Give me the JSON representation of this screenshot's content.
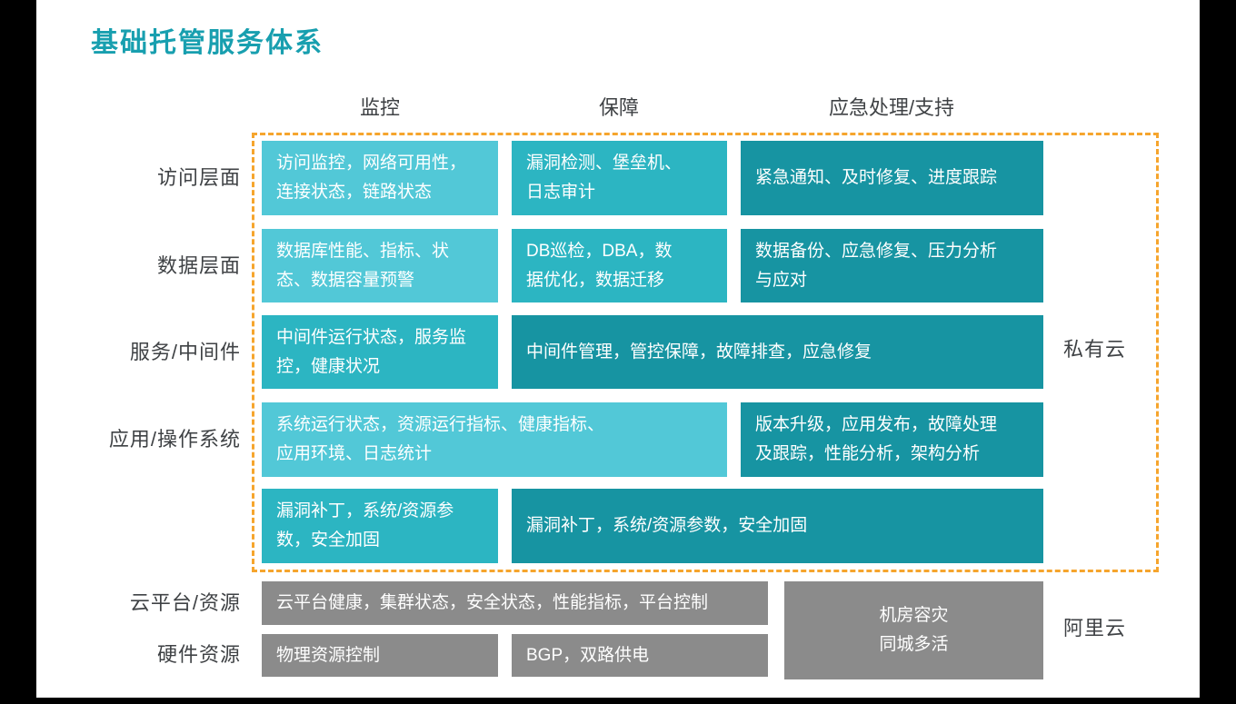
{
  "title": "基础托管服务体系",
  "colors": {
    "title": "#189FAF",
    "light": "#52C8D7",
    "mid": "#2CB5C2",
    "dark": "#1794A2",
    "gray": "#8B8B8B",
    "dashed_border": "#F6A52D",
    "label_text": "#3F4245",
    "cell_text": "#FFFFFF"
  },
  "column_headers": [
    {
      "label": "监控"
    },
    {
      "label": "保障"
    },
    {
      "label": "应急处理/支持"
    }
  ],
  "row_labels": [
    {
      "label": "访问层面"
    },
    {
      "label": "数据层面"
    },
    {
      "label": "服务/中间件"
    },
    {
      "label": "应用/操作系统"
    },
    {
      "label": "云平台/资源"
    },
    {
      "label": "硬件资源"
    }
  ],
  "zone_labels": {
    "private_cloud": "私有云",
    "alibaba_cloud": "阿里云"
  },
  "cells": [
    {
      "id": "access-monitoring",
      "tone": "light",
      "text": "访问监控，网络可用性，\n连接状态，链路状态"
    },
    {
      "id": "access-assurance",
      "tone": "mid",
      "text": "漏洞检测、堡垒机、\n日志审计"
    },
    {
      "id": "access-emergency",
      "tone": "dark",
      "text": "紧急通知、及时修复、进度跟踪"
    },
    {
      "id": "data-monitoring",
      "tone": "light",
      "text": "数据库性能、指标、状\n态、数据容量预警"
    },
    {
      "id": "data-assurance",
      "tone": "mid",
      "text": "DB巡检，DBA，数\n据优化，数据迁移"
    },
    {
      "id": "data-emergency",
      "tone": "dark",
      "text": "数据备份、应急修复、压力分析\n与应对"
    },
    {
      "id": "middleware-monitoring",
      "tone": "mid",
      "text": "中间件运行状态，服务监\n控，健康状况"
    },
    {
      "id": "middleware-assurance-emergency",
      "tone": "dark",
      "text": "中间件管理，管控保障，故障排查，应急修复"
    },
    {
      "id": "app-monitoring-assurance",
      "tone": "light",
      "text": "系统运行状态，资源运行指标、健康指标、\n应用环境、日志统计"
    },
    {
      "id": "app-emergency",
      "tone": "dark",
      "text": "版本升级，应用发布，故障处理\n及跟踪，性能分析，架构分析"
    },
    {
      "id": "patch-monitoring",
      "tone": "mid",
      "text": "漏洞补丁，系统/资源参\n数，安全加固"
    },
    {
      "id": "patch-assurance-emergency",
      "tone": "dark",
      "text": "漏洞补丁，系统/资源参数，安全加固"
    },
    {
      "id": "cloud-platform-resources",
      "tone": "gray",
      "text": "云平台健康，集群状态，安全状态，性能指标，平台控制"
    },
    {
      "id": "hardware-physical-control",
      "tone": "gray",
      "text": "物理资源控制"
    },
    {
      "id": "hardware-bgp-power",
      "tone": "gray",
      "text": "BGP，双路供电"
    },
    {
      "id": "datacenter-disaster-recovery",
      "tone": "gray",
      "text": "机房容灾\n同城多活"
    }
  ]
}
